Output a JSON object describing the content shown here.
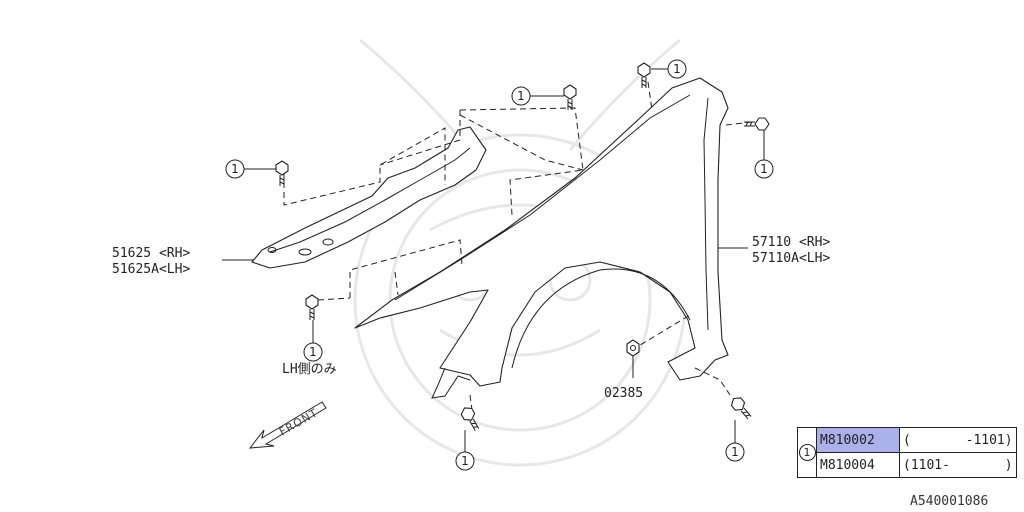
{
  "labels": {
    "bracket_rh": "51625 <RH>",
    "bracket_lh": "51625A<LH>",
    "fender_rh": "57110 <RH>",
    "fender_lh": "57110A<LH>",
    "clip_part": "02385",
    "lh_only_note": "LH側のみ",
    "front_arrow": "FRONT"
  },
  "callout_number": "1",
  "parts_table": {
    "ref": "1",
    "rows": [
      {
        "part_no": "M810002",
        "range": "(       -1101)",
        "highlighted": true
      },
      {
        "part_no": "M810004",
        "range": "(1101-       )",
        "highlighted": false
      }
    ]
  },
  "diagram_id": "A540001086",
  "colors": {
    "line": "#222222",
    "highlight": "#aab1ea",
    "watermark": "#e7e7e7"
  }
}
